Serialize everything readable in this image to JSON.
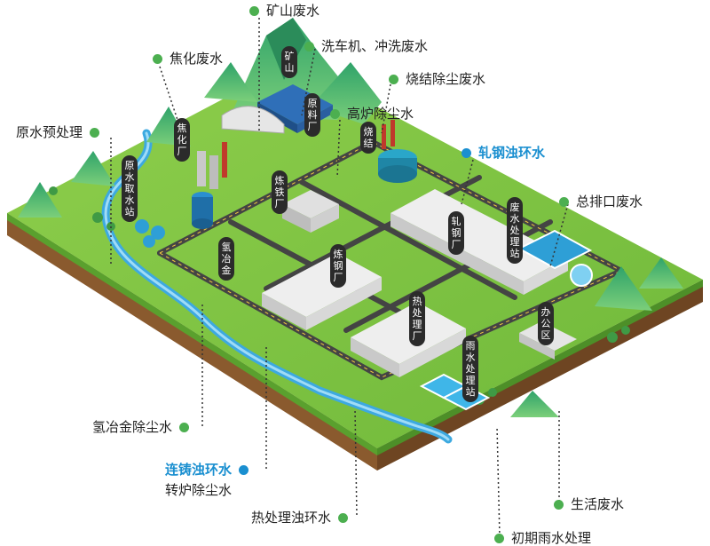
{
  "callouts": {
    "mine_wastewater": "矿山废水",
    "carwash_wastewater": "洗车机、冲洗废水",
    "coking_wastewater": "焦化废水",
    "sinter_dust_water": "烧结除尘废水",
    "blast_furnace_dust_water": "高炉除尘水",
    "raw_water_pretreatment": "原水预处理",
    "rolling_turbid_water": "轧钢浊环水",
    "main_outlet_wastewater": "总排口废水",
    "hydrometallurgy_dust_water": "氢冶金除尘水",
    "casting_turbid_water": "连铸浊环水",
    "converter_dust_water": "转炉除尘水",
    "heat_treatment_turbid_water": "热处理浊环水",
    "domestic_wastewater": "生活废水",
    "initial_rainwater": "初期雨水处理"
  },
  "buildings": {
    "mine": "矿山",
    "raw_material_plant": "原料厂",
    "coking_plant": "焦化厂",
    "sintering": "烧结",
    "raw_water_intake": "原水取水站",
    "ironmaking_plant": "炼铁厂",
    "rolling_plant": "轧钢厂",
    "wastewater_station": "废水处理站",
    "hydrometallurgy": "氢冶金",
    "steelmaking_plant": "炼钢厂",
    "heat_treatment_plant": "热处理厂",
    "office": "办公区",
    "rainwater_station": "雨水处理站"
  },
  "colors": {
    "grass": "#7cc242",
    "grass_light": "#9bd45a",
    "soil": "#8a5a2e",
    "road": "#4a4a4a",
    "river": "#3da9e0",
    "dot_green": "#4caf50",
    "accent_blue": "#1a8fd0"
  }
}
